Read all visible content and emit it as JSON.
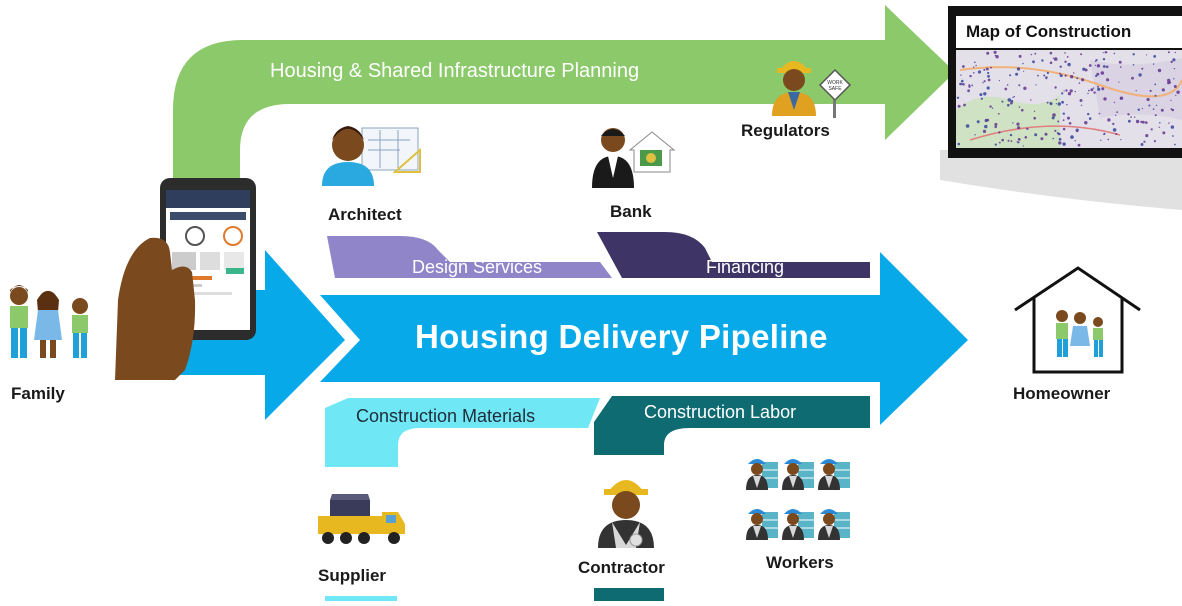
{
  "pipeline": {
    "title": "Housing Delivery Pipeline"
  },
  "planning": {
    "label": "Housing & Shared Infrastructure Planning"
  },
  "upper_bands": [
    {
      "label": "Design Services",
      "color": "#8f85c8"
    },
    {
      "label": "Financing",
      "color": "#3e3566"
    }
  ],
  "lower_bands": [
    {
      "label": "Construction Materials",
      "color": "#6fe7f5"
    },
    {
      "label": "Construction Labor",
      "color": "#0f6b72"
    }
  ],
  "actors": {
    "family": "Family",
    "homeowner": "Homeowner",
    "architect": "Architect",
    "bank": "Bank",
    "regulators": "Regulators",
    "supplier": "Supplier",
    "contractor": "Contractor",
    "workers": "Workers"
  },
  "map": {
    "title": "Map of Construction"
  },
  "colors": {
    "pipeline_blue": "#08a9e8",
    "planning_green": "#8bc96a",
    "skin": "#7a4a1e"
  }
}
